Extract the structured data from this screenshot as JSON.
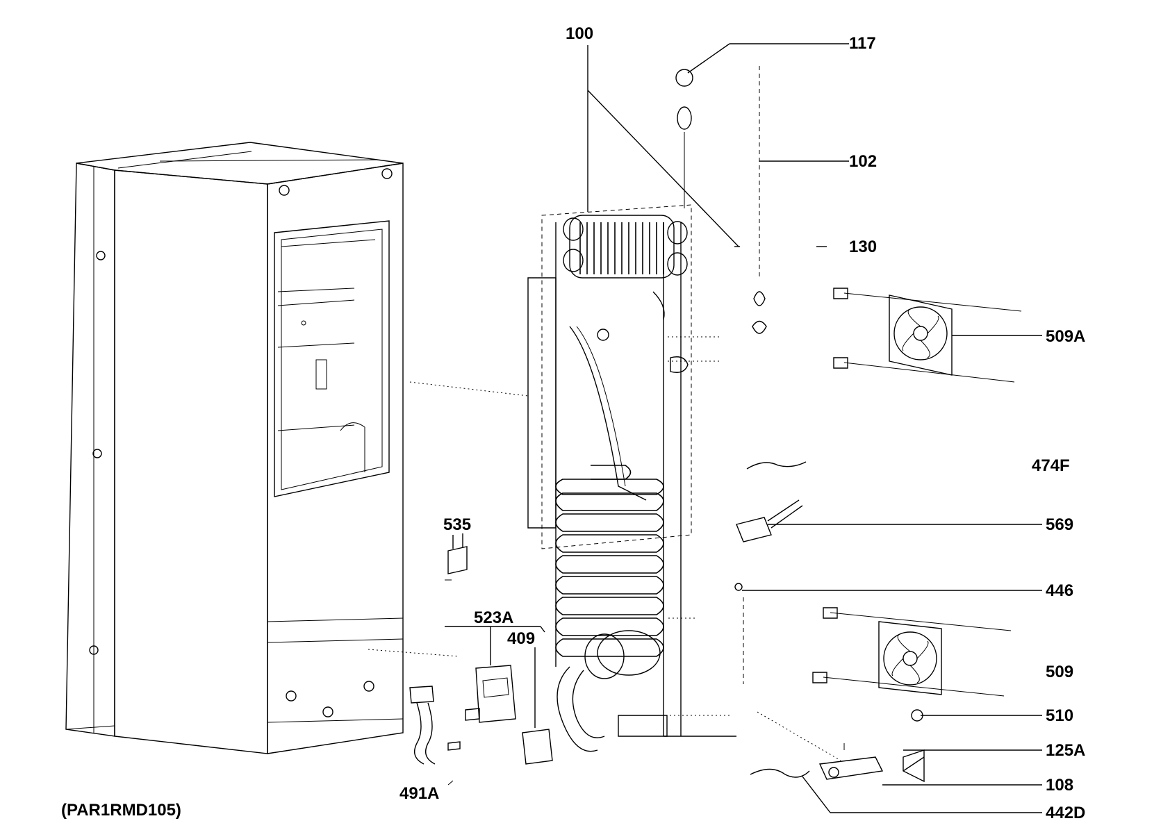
{
  "diagram": {
    "source_code": "(PAR1RMD105)",
    "labels": [
      {
        "id": "100",
        "text": "100"
      },
      {
        "id": "117",
        "text": "117"
      },
      {
        "id": "102",
        "text": "102"
      },
      {
        "id": "130",
        "text": "130"
      },
      {
        "id": "509A",
        "text": "509A"
      },
      {
        "id": "474F",
        "text": "474F"
      },
      {
        "id": "569",
        "text": "569"
      },
      {
        "id": "446",
        "text": "446"
      },
      {
        "id": "509",
        "text": "509"
      },
      {
        "id": "510",
        "text": "510"
      },
      {
        "id": "125A",
        "text": "125A"
      },
      {
        "id": "108",
        "text": "108"
      },
      {
        "id": "442D",
        "text": "442D"
      },
      {
        "id": "535",
        "text": "535"
      },
      {
        "id": "523A",
        "text": "523A"
      },
      {
        "id": "409",
        "text": "409"
      },
      {
        "id": "491A",
        "text": "491A"
      }
    ]
  }
}
